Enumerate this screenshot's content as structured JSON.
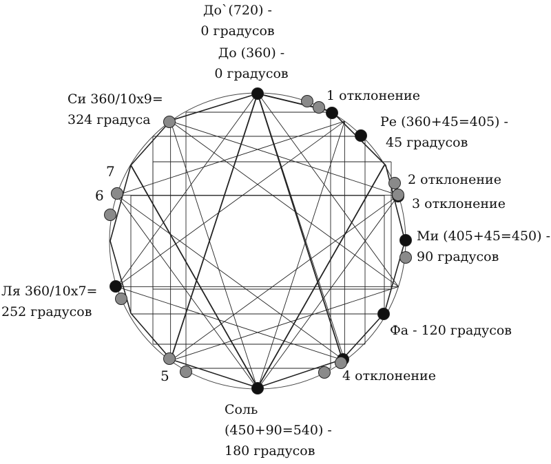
{
  "labels": {
    "do_720_line1": "До`(720) -",
    "do_720_line2": "0 градусов",
    "do_360_line1": "До (360) -",
    "do_360_line2": "0 градусов",
    "deviation_1": "1 отклонение",
    "re_line1": "Ре (360+45=405) -",
    "re_line2": "45 градусов",
    "deviation_2": "2 отклонение",
    "deviation_3": "3 отклонение",
    "mi_line1": "Ми (405+45=450) -",
    "mi_line2": "90 градусов",
    "fa": "Фа - 120 градусов",
    "deviation_4": "4 отклонение",
    "sol_line1": "Соль",
    "sol_line2": "(450+90=540) -",
    "sol_line3": "180 градусов",
    "la_line1": "Ля 360/10х7=",
    "la_line2": "252 градусов",
    "si_line1": "Си 360/10х9=",
    "si_line2": "324 градуса",
    "marker_5": "5",
    "marker_6": "6",
    "marker_7": "7"
  },
  "colors": {
    "primary_dot": "#111111",
    "secondary_dot": "#8a8a8a",
    "stroke": "#222222"
  }
}
